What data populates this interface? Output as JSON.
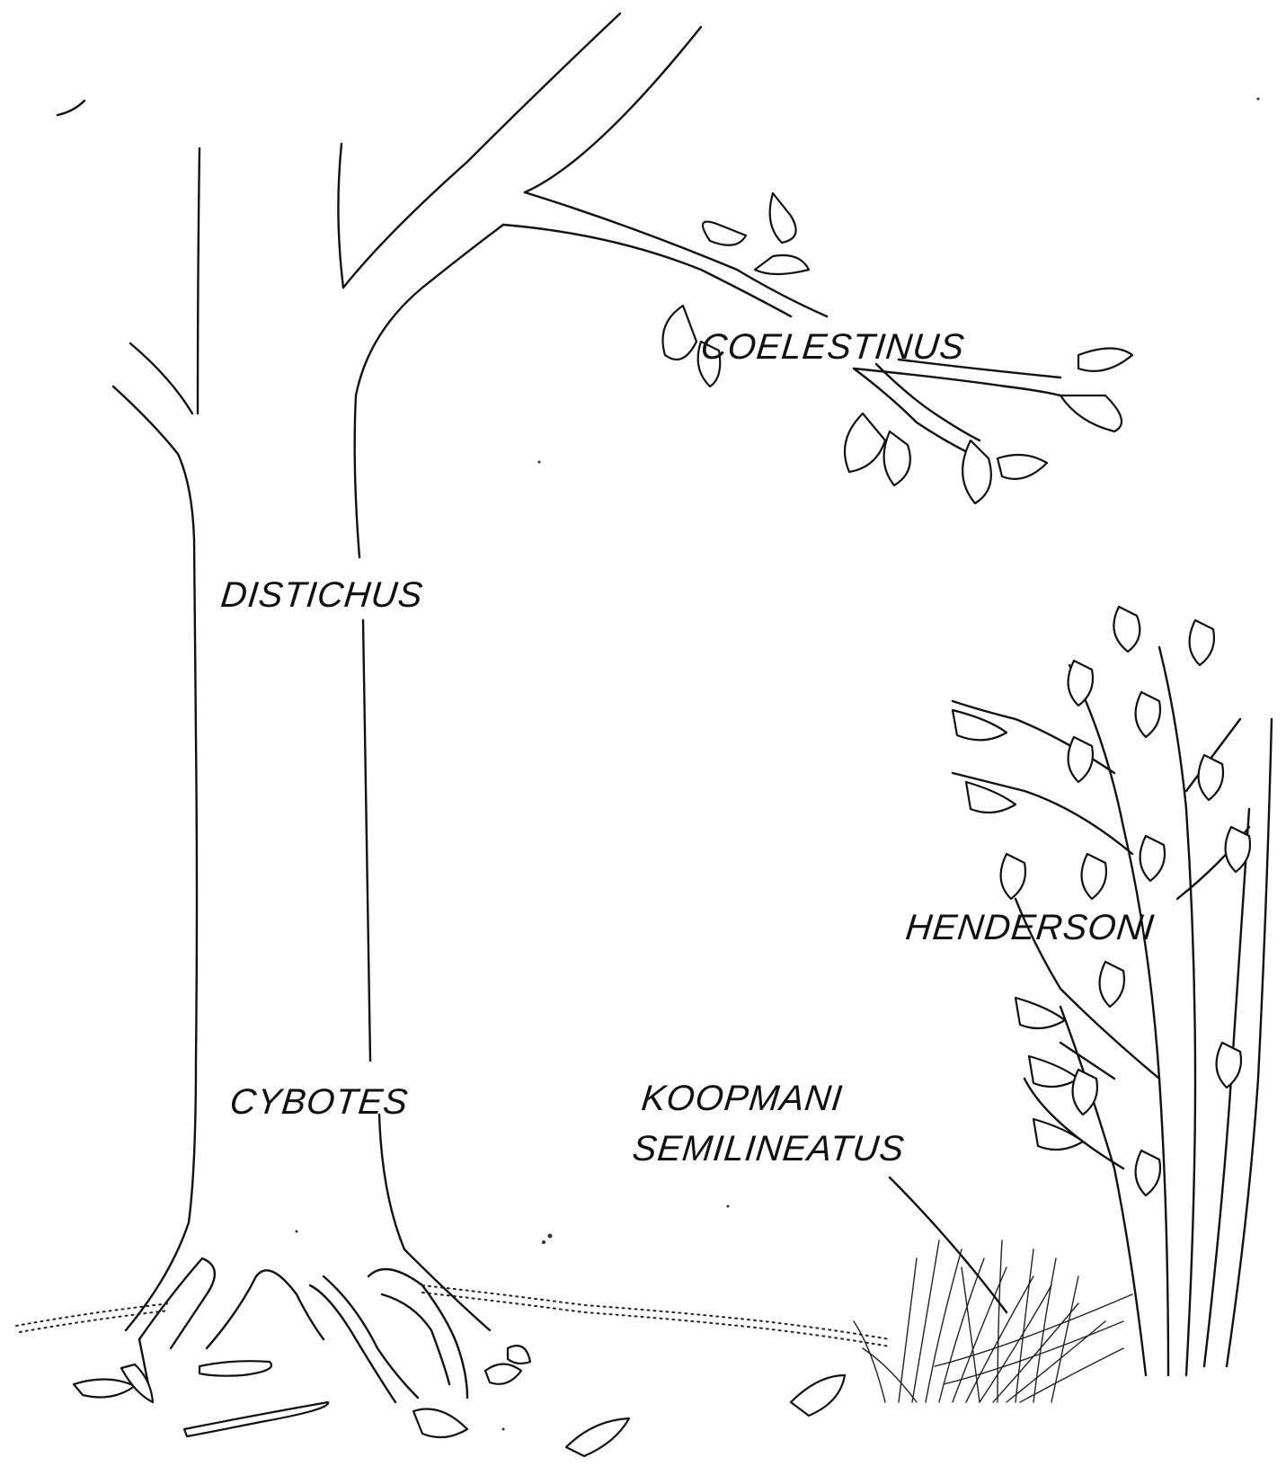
{
  "labels": {
    "coelestinus": "COELESTINUS",
    "distichus": "DISTICHUS",
    "hendersoni": "HENDERSONI",
    "cybotes": "CYBOTES",
    "koopmani": "KOOPMANI",
    "semilineatus": "SEMILINEATUS"
  },
  "icons": {
    "tree": "tree-drawing",
    "bush": "shrub-drawing",
    "grass": "grass-tuft-drawing"
  }
}
